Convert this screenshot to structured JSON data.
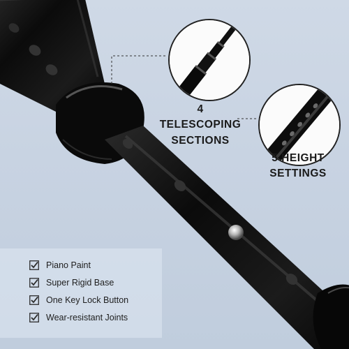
{
  "callouts": [
    {
      "lines": [
        "4 TELESCOPING",
        "SECTIONS"
      ]
    },
    {
      "lines": [
        "5 HEIGHT",
        "SETTINGS"
      ]
    }
  ],
  "features": [
    {
      "label": "Piano Paint",
      "icon": "checkbox-icon"
    },
    {
      "label": "Super Rigid Base",
      "icon": "checkbox-icon"
    },
    {
      "label": "One Key Lock Button",
      "icon": "checkbox-icon"
    },
    {
      "label": "Wear-resistant Joints",
      "icon": "checkbox-icon"
    }
  ],
  "colors": {
    "background": "#c8d3e2",
    "tube": "#0e0e0e",
    "text": "#1a1a1a",
    "check_accent": "#2b2b2b"
  }
}
